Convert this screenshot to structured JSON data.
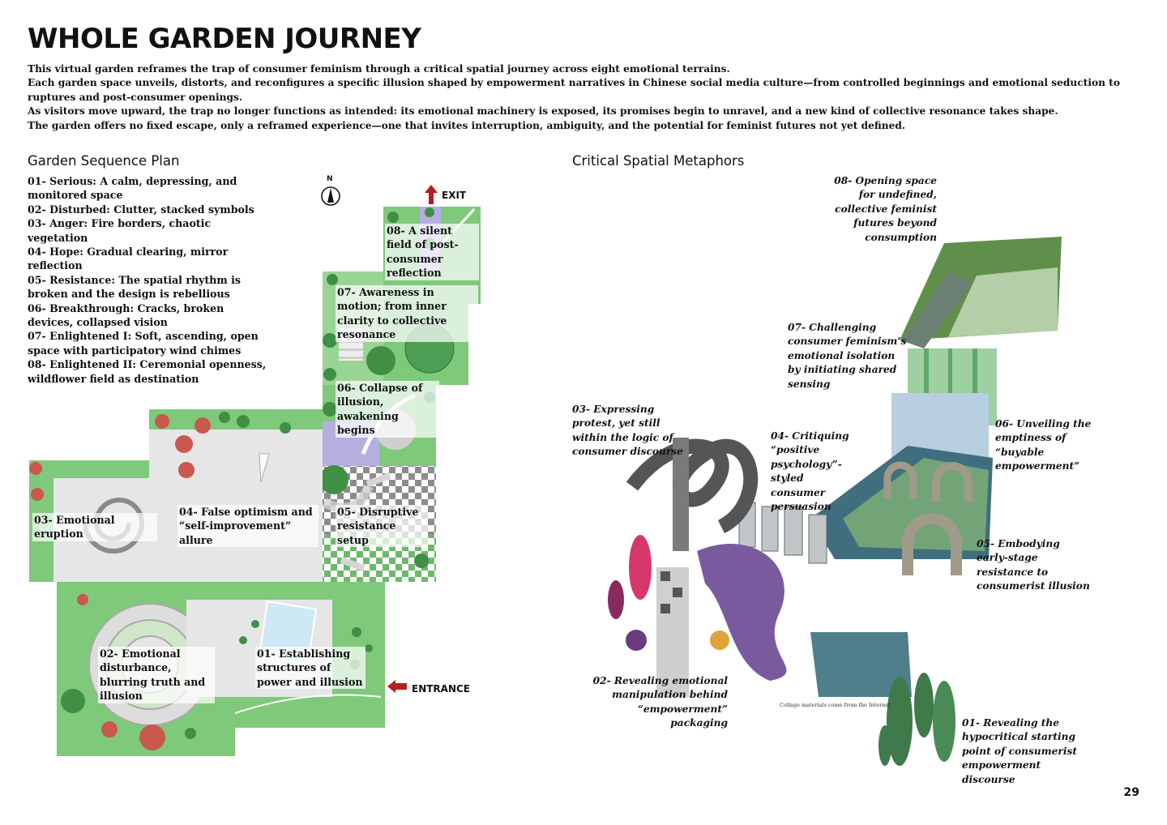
{
  "title": "WHOLE GARDEN JOURNEY",
  "intro": [
    "This virtual garden reframes the trap of consumer feminism through a critical spatial journey across eight emotional terrains.",
    "Each garden space unveils, distorts, and reconfigures a specific illusion shaped by empowerment narratives in Chinese social media culture—from controlled beginnings and emotional seduction to ruptures and post-consumer openings.",
    "As visitors move upward, the trap no longer functions as intended: its emotional machinery is exposed, its promises begin to unravel, and a new kind of collective resonance takes shape.",
    "The garden offers no fixed escape, only a reframed experience—one that invites interruption, ambiguity, and the potential for feminist futures not yet defined."
  ],
  "plan": {
    "heading": "Garden Sequence Plan",
    "legend": [
      "01- Serious: A calm, depressing, and monitored space",
      "02- Disturbed: Clutter, stacked symbols",
      "03- Anger: Fire borders, chaotic vegetation",
      "04- Hope: Gradual clearing, mirror reflection",
      "05- Resistance: The spatial rhythm is broken and the design is rebellious",
      "06- Breakthrough: Cracks, broken devices, collapsed vision",
      "07- Enlightened I: Soft, ascending, open space with participatory wind chimes",
      "08- Enlightened II: Ceremonial openness, wildflower field as destination"
    ],
    "north": "N",
    "exit": "EXIT",
    "entrance": "ENTRANCE",
    "labels": {
      "z08": "08- A silent field of post-consumer reflection",
      "z07": "07- Awareness in motion; from inner clarity to collective resonance",
      "z06": "06- Collapse of illusion, awakening begins",
      "z03": "03- Emotional eruption",
      "z04": "04- False optimism and “self-improvement” allure",
      "z05": "05- Disruptive resistance setup",
      "z02": "02- Emotional disturbance, blurring truth and illusion",
      "z01": "01- Establishing structures of power and illusion"
    }
  },
  "metaphors": {
    "heading": "Critical Spatial Metaphors",
    "m08": "08- Opening space for undefined, collective feminist futures beyond consumption",
    "m07": "07- Challenging consumer feminism’s emotional isolation by initiating shared sensing",
    "m03": "03- Expressing protest, yet still within the logic of consumer discourse",
    "m04": "04- Critiquing “positive psychology”-styled consumer persuasion",
    "m06": "06- Unveiling the emptiness of “buyable empowerment”",
    "m05": "05- Embodying early-stage resistance to consumerist illusion",
    "m02": "02- Revealing emotional manipulation behind “empowerment” packaging",
    "m01": "01- Revealing the hypocritical starting point of consumerist empowerment discourse",
    "credit": "Collage materials come from the Internet"
  },
  "page_number": "29",
  "colors": {
    "grass": "#7fc97a",
    "grass_dark": "#4f9e55",
    "tree_red": "#c9584f",
    "tree_green": "#3f8f45",
    "paving": "#e6e6e6",
    "purple": "#b7aee0",
    "arrow_red": "#b5201e"
  }
}
